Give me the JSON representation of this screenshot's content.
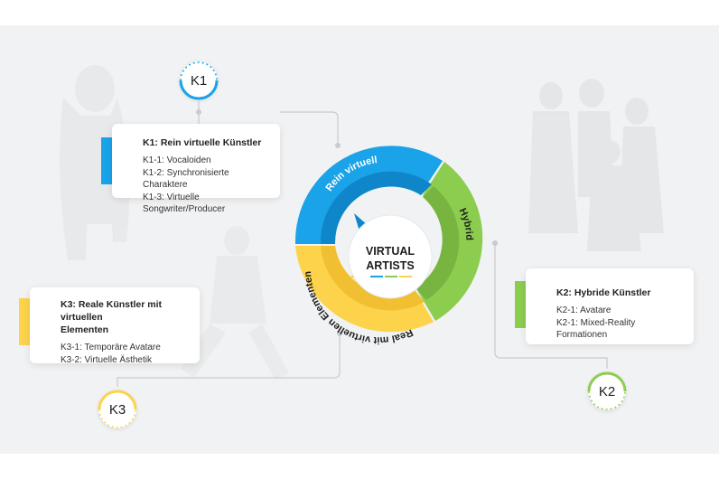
{
  "center": {
    "line1": "VIRTUAL",
    "line2": "ARTISTS"
  },
  "ring": {
    "segment_k1": "Rein virtuell",
    "segment_k2": "Hybrid",
    "segment_k3": "Real mit virtuellen Elementen"
  },
  "badges": {
    "k1": "K1",
    "k2": "K2",
    "k3": "K3"
  },
  "cards": {
    "k1": {
      "title": "K1: Rein virtuelle Künstler",
      "items": [
        "K1-1: Vocaloiden",
        "K1-2: Synchronisierte Charaktere",
        "K1-3: Virtuelle Songwriter/Producer"
      ]
    },
    "k2": {
      "title": "K2: Hybride Künstler",
      "items": [
        "K2-1: Avatare",
        "K2-1: Mixed-Reality Formationen"
      ]
    },
    "k3": {
      "title_line1": "K3: Reale Künstler mit virtuellen",
      "title_line2": "Elementen",
      "items": [
        "K3-1: Temporäre Avatare",
        "K3-2: Virtuelle Ästhetik"
      ]
    }
  },
  "colors": {
    "k1": "#1aa3e8",
    "k2": "#8ccd4f",
    "k3": "#fcd34a",
    "connector": "#c8cbcf",
    "background": "#f1f2f3"
  },
  "icons": [
    "k1-tab-icon",
    "k2-tab-icon",
    "k3-tab-icon",
    "ring-arrow-icon"
  ]
}
